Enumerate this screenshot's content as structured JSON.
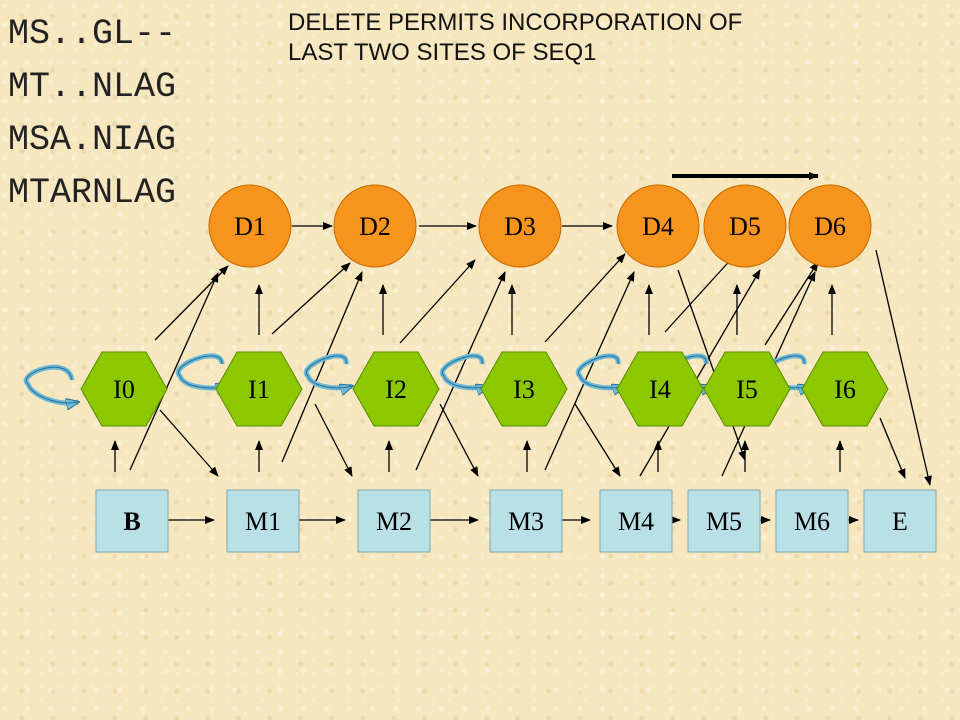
{
  "sequences": [
    "MS..GL--",
    "MT..NLAG",
    "MSA.NIAG",
    "MTARNLAG"
  ],
  "note": {
    "line1": "DELETE PERMITS INCORPORATION OF",
    "line2": "LAST TWO SITES OF SEQ1"
  },
  "colors": {
    "delete_fill": "#f7941d",
    "insert_fill": "#8cc800",
    "match_fill": "#b9e0e6",
    "self_loop": "#6cb8d8"
  },
  "delete_states": [
    "D1",
    "D2",
    "D3",
    "D4",
    "D5",
    "D6"
  ],
  "insert_states": [
    "I0",
    "I1",
    "I2",
    "I3",
    "I4",
    "I5",
    "I6"
  ],
  "match_states": [
    "B",
    "M1",
    "M2",
    "M3",
    "M4",
    "M5",
    "M6",
    "E"
  ]
}
